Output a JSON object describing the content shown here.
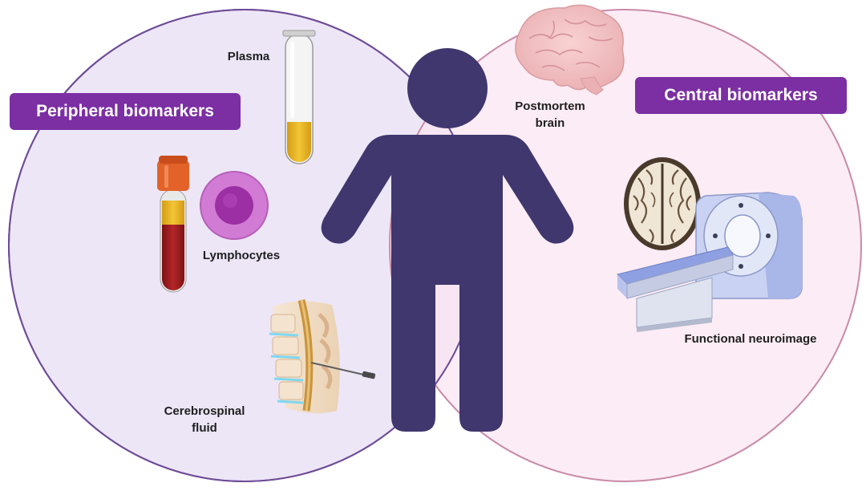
{
  "left_region": {
    "title": "Peripheral biomarkers",
    "items": {
      "plasma": "Plasma",
      "lymphocytes": "Lymphocytes",
      "csf_line1": "Cerebrospinal",
      "csf_line2": "fluid"
    }
  },
  "right_region": {
    "title": "Central biomarkers",
    "items": {
      "postmortem_line1": "Postmortem",
      "postmortem_line2": "brain",
      "functional": "Functional neuroimage"
    }
  },
  "colors": {
    "left_circle_fill": "#ede6f7",
    "right_circle_fill": "#fbe4f1",
    "left_circle_stroke": "#6e4c97",
    "right_circle_stroke": "#c98aa8",
    "badge": "#7b2fa3",
    "human_figure": "#3f376d",
    "plasma_yellow": "#e7b625",
    "blood_red": "#9b1c1f",
    "tube_cap": "#e2622a",
    "lymphocyte": "#c45fc9",
    "scanner": "#a9b6e8"
  },
  "icons": {
    "human": "human-silhouette-icon",
    "plasma_tube": "plasma-test-tube-icon",
    "blood_tube": "blood-sample-tube-icon",
    "lymphocyte": "lymphocyte-cell-icon",
    "spine": "lumbar-spine-puncture-icon",
    "brain": "brain-icon",
    "brain_slice": "brain-scan-slice-icon",
    "scanner": "ct-scanner-icon"
  }
}
